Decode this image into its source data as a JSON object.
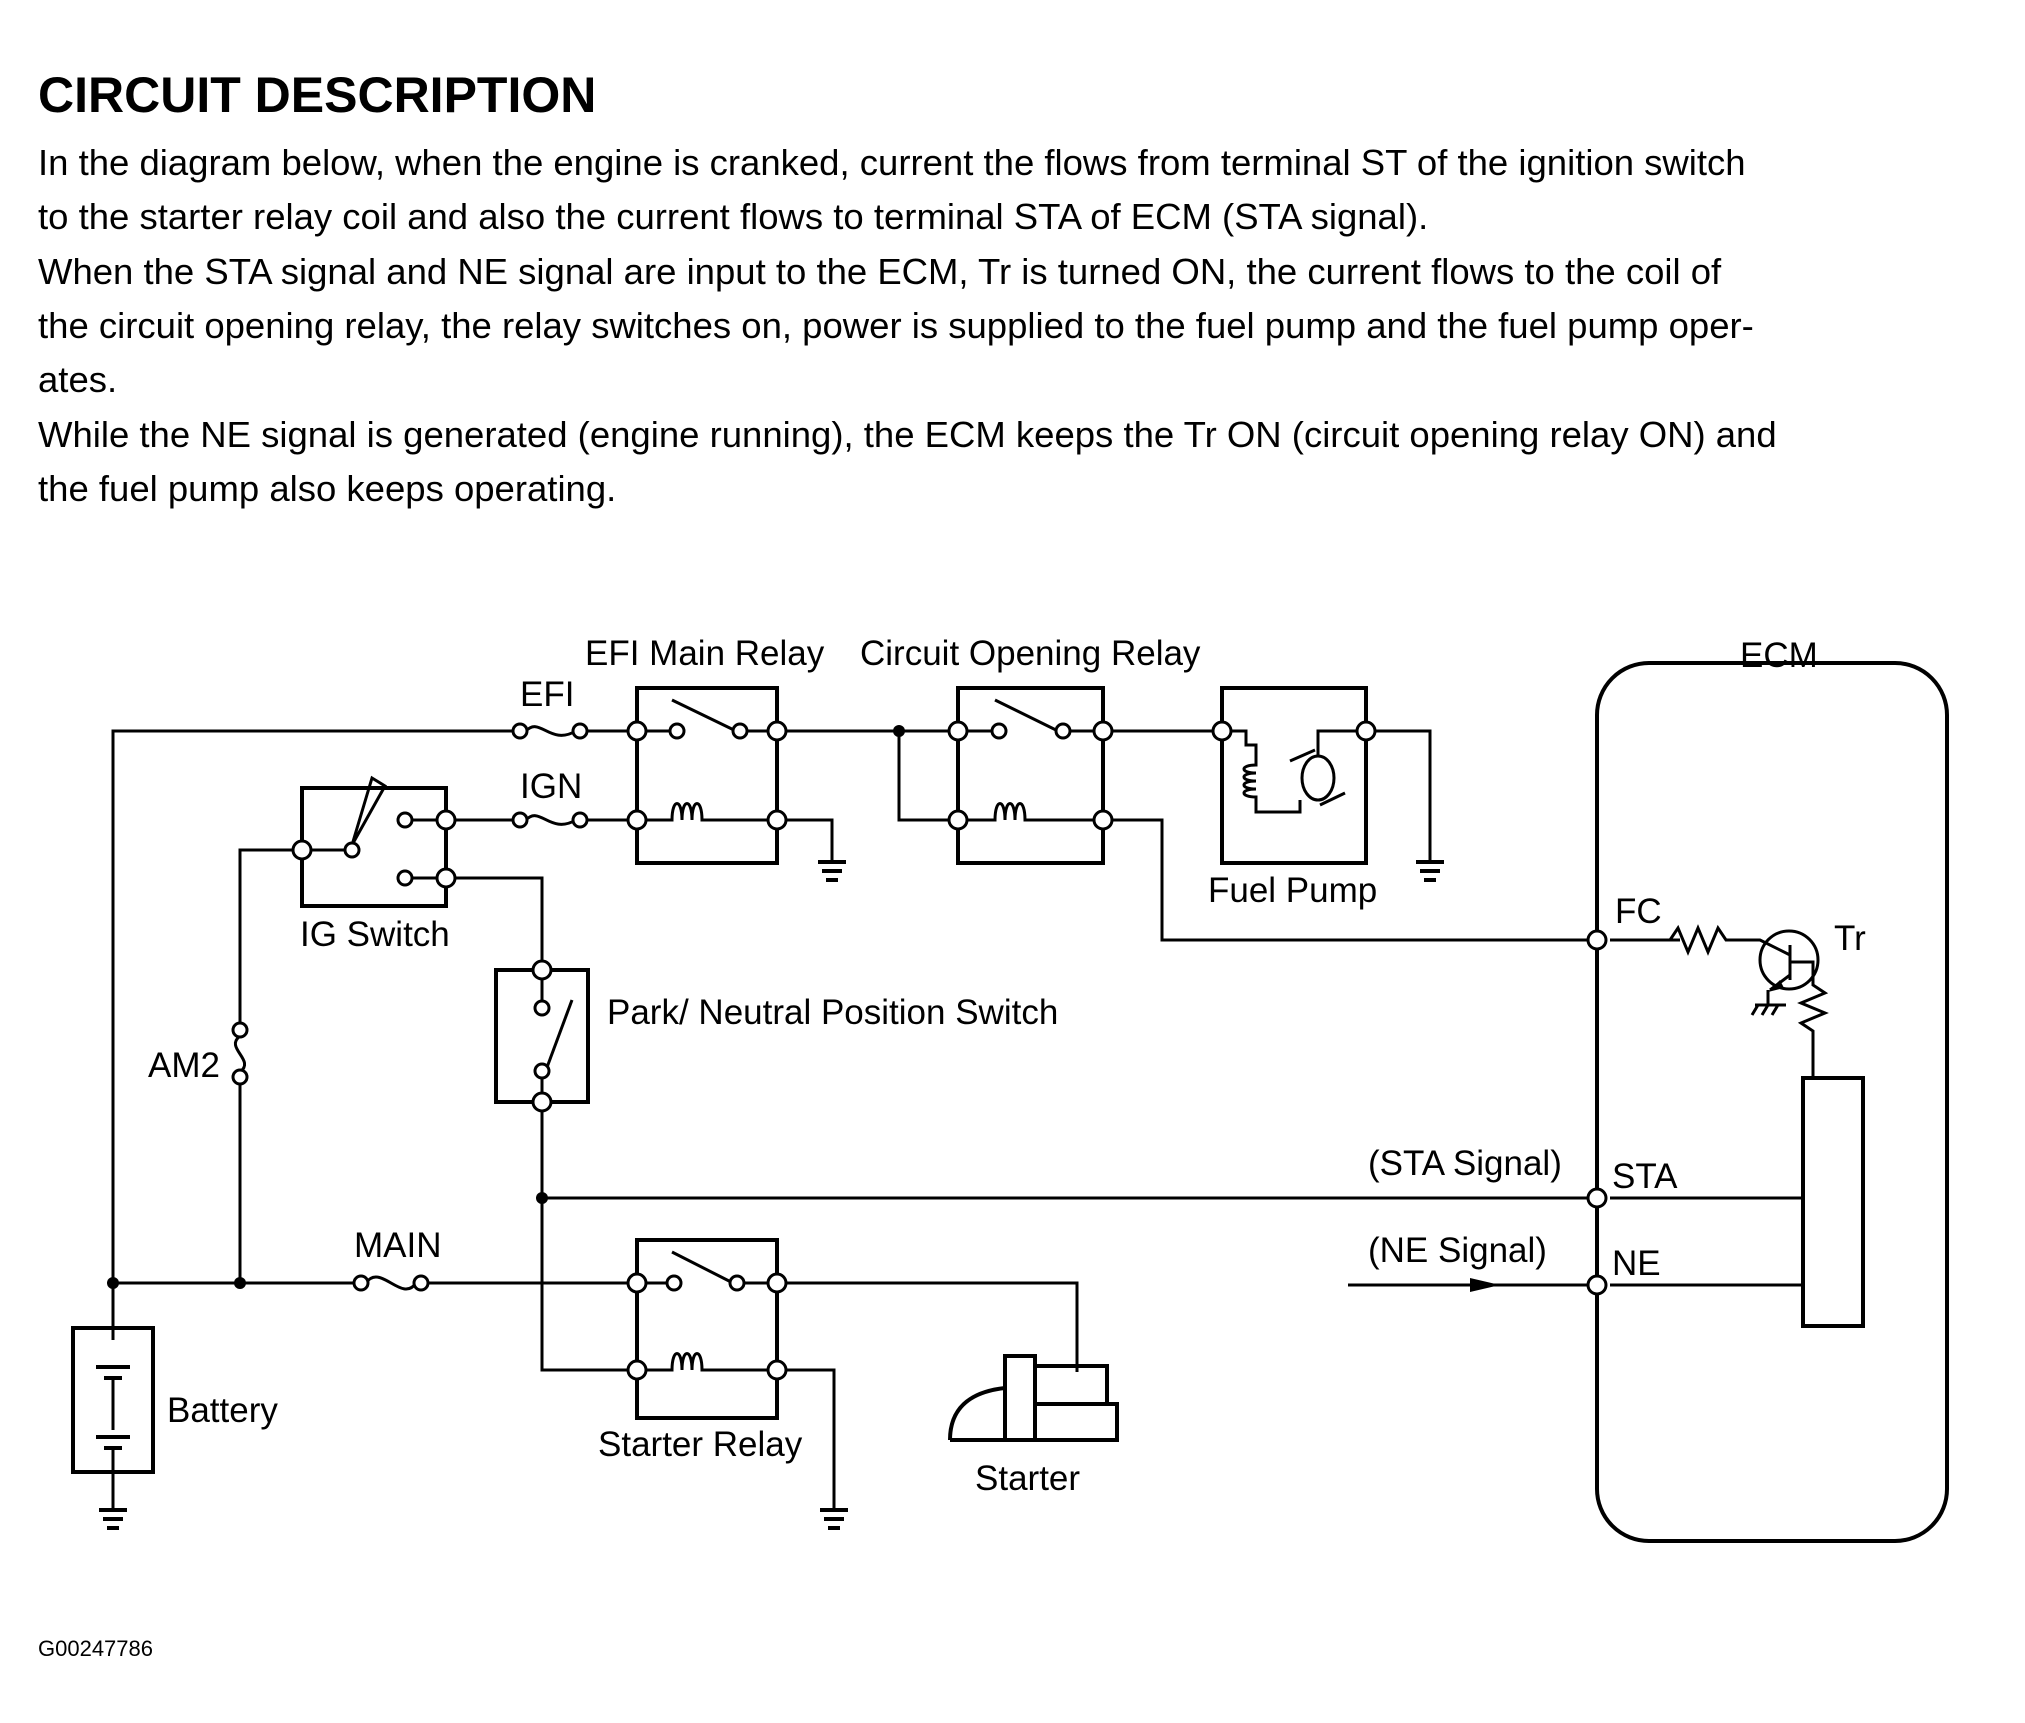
{
  "heading": "CIRCUIT DESCRIPTION",
  "paragraphs": [
    {
      "lines": [
        "In the diagram below, when the engine is cranked, current the flows from terminal ST of the ignition switch",
        "to the starter relay coil and also the current flows to terminal STA of ECM (STA signal)."
      ]
    },
    {
      "lines": [
        "When the STA signal and NE signal are input to the ECM, Tr is turned ON, the current flows to the coil of",
        "the circuit opening relay, the relay switches on, power is supplied to the fuel pump and the fuel pump oper-",
        "ates."
      ]
    },
    {
      "lines": [
        "While the NE signal is generated (engine running), the ECM keeps the Tr ON (circuit opening relay ON) and",
        "the fuel pump also keeps operating."
      ]
    }
  ],
  "diagram": {
    "labels": {
      "efi_main_relay": "EFI Main Relay",
      "circuit_opening_relay": "Circuit Opening Relay",
      "ecm": "ECM",
      "efi_fuse": "EFI",
      "ign_fuse": "IGN",
      "ig_switch": "IG Switch",
      "fuel_pump": "Fuel Pump",
      "park_neutral_switch": "Park/ Neutral Position Switch",
      "am2_fuse": "AM2",
      "main_fuse": "MAIN",
      "battery": "Battery",
      "starter_relay": "Starter Relay",
      "starter": "Starter",
      "fc_terminal": "FC",
      "transistor": "Tr",
      "sta_signal": "(STA Signal)",
      "sta_terminal": "STA",
      "ne_signal": "(NE Signal)",
      "ne_terminal": "NE"
    }
  },
  "footer_code": "G00247786"
}
